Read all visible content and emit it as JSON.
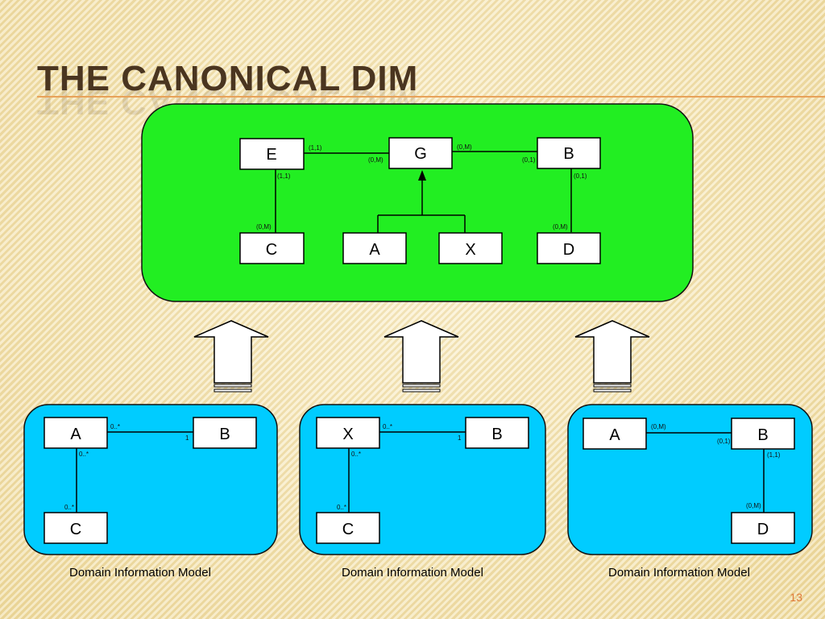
{
  "slide": {
    "title": "THE CANONICAL DIM",
    "page_number": "13"
  },
  "canonical": {
    "entities": [
      "E",
      "G",
      "B",
      "C",
      "A",
      "X",
      "D"
    ],
    "cardinalities": {
      "e_g_e": "(1,1)",
      "e_g_g": "(0,M)",
      "g_b_g": "(0,M)",
      "g_b_b": "(0,1)",
      "e_c_e": "(1,1)",
      "e_c_c": "(0,M)",
      "b_d_b": "(0,1)",
      "b_d_d": "(0,M)"
    },
    "fill_color": "#22ee22"
  },
  "domain_models": [
    {
      "caption": "Domain Information Model",
      "entities": [
        "A",
        "B",
        "C"
      ],
      "cardinalities": {
        "a_b_a": "0..*",
        "a_b_b": "1",
        "a_c_a": "0..*",
        "a_c_c": "0..*"
      }
    },
    {
      "caption": "Domain Information Model",
      "entities": [
        "X",
        "B",
        "C"
      ],
      "cardinalities": {
        "x_b_x": "0..*",
        "x_b_b": "1",
        "x_c_x": "0..*",
        "x_c_c": "0..*"
      }
    },
    {
      "caption": "Domain Information Model",
      "entities": [
        "A",
        "B",
        "D"
      ],
      "cardinalities": {
        "a_b_a": "(0,M)",
        "a_b_b": "(0,1)",
        "b_d_b": "(1,1)",
        "b_d_d": "(0,M)"
      }
    }
  ],
  "colors": {
    "domain_fill": "#00ccff",
    "arrow_fill": "#ffffff",
    "title_rule": "#e8a25a",
    "title_text": "#4a3520"
  }
}
